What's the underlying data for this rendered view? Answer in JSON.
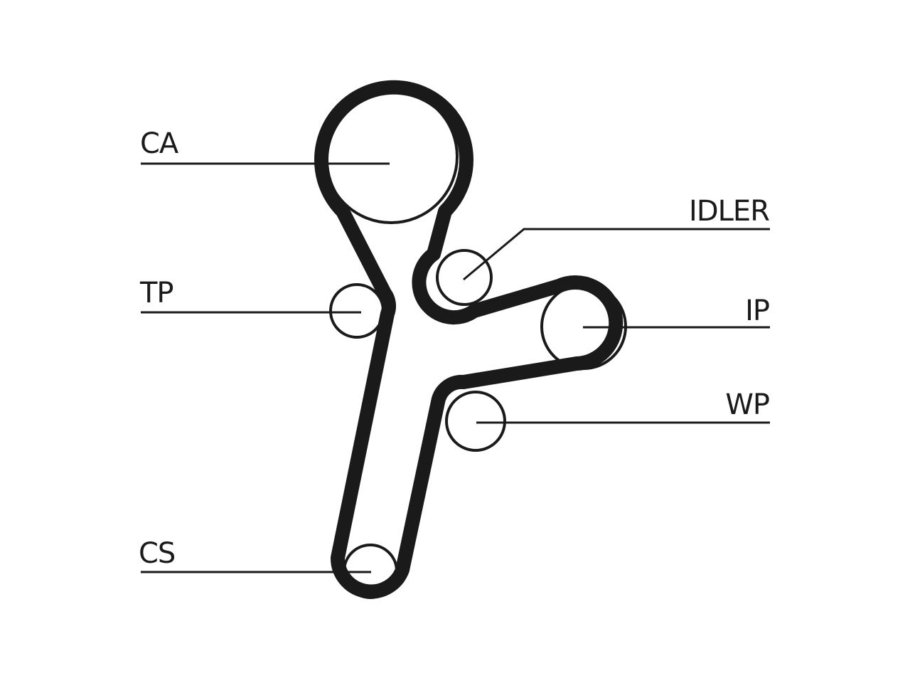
{
  "colors": {
    "background": "#ffffff",
    "ink": "#1a1a1a"
  },
  "labels": {
    "ca": "CA",
    "idler": "IDLER",
    "tp": "TP",
    "ip": "IP",
    "wp": "WP",
    "cs": "CS"
  }
}
